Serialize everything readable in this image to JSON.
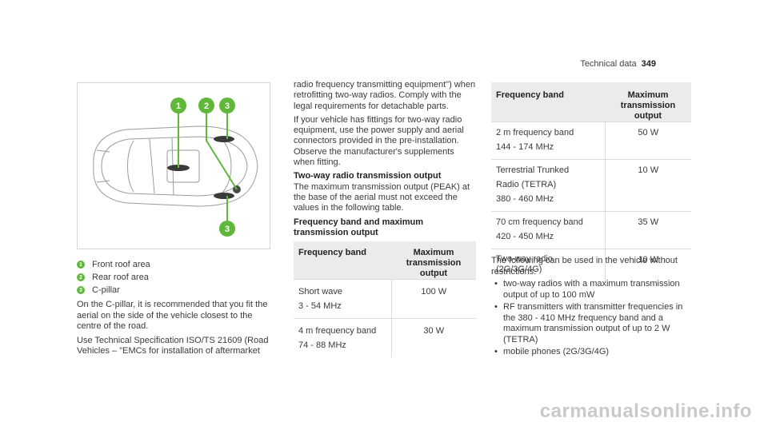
{
  "header": {
    "section": "Technical data",
    "page": "349"
  },
  "figure": {
    "markers": [
      "1",
      "2",
      "3",
      "3"
    ]
  },
  "legend": [
    {
      "num": "1",
      "text": "Front roof area"
    },
    {
      "num": "2",
      "text": "Rear roof area"
    },
    {
      "num": "3",
      "text": "C-pillar"
    }
  ],
  "intro": {
    "p1": "On the C-pillar, it is recommended that you fit the aerial on the side of the vehicle closest to the centre of the road.",
    "p2": "Use Technical Specification ISO/TS 21609 (Road Vehicles – \"EMCs for installation of aftermarket"
  },
  "middle": {
    "p1": "radio frequency transmitting equipment\") when retrofitting two-way radios. Comply with the legal requirements for detachable parts.",
    "p2": "If your vehicle has fittings for two-way radio equipment, use the power supply and aerial connectors provided in the pre-installation. Observe the manufacturer's supplements when fitting.",
    "head1": "Two-way radio transmission output",
    "p3": "The maximum transmission output (PEAK) at the base of the aerial must not exceed the values in the following table.",
    "head2": "Frequency band and maximum transmission output"
  },
  "table1": {
    "headers": [
      "Frequency band",
      "Maximum transmission output"
    ],
    "rows": [
      {
        "band": [
          "Short wave",
          "3 - 54 MHz"
        ],
        "output": "100 W"
      },
      {
        "band": [
          "4 m frequency band",
          "74 - 88 MHz"
        ],
        "output": "30 W"
      }
    ]
  },
  "table2": {
    "headers": [
      "Frequency band",
      "Maximum transmission output"
    ],
    "rows": [
      {
        "band": [
          "2 m frequency band",
          "144 - 174 MHz"
        ],
        "output": "50 W"
      },
      {
        "band": [
          "Terrestrial Trunked",
          "Radio (TETRA)",
          "380 - 460 MHz"
        ],
        "output": "10 W"
      },
      {
        "band": [
          "70 cm frequency band",
          "420 - 450 MHz"
        ],
        "output": "35 W"
      },
      {
        "band": [
          "Two-way radio",
          "(2G/3G/4G)"
        ],
        "output": "10 W"
      }
    ]
  },
  "right": {
    "intro": "The following can be used in the vehicle without restrictions:",
    "bullets": [
      "two-way radios with a maximum transmission output of up to 100 mW",
      "RF transmitters with transmitter frequencies in the 380 - 410 MHz frequency band and a maximum transmission output of up to 2 W (TETRA)",
      "mobile phones (2G/3G/4G)"
    ]
  },
  "watermark": "carmanualsonline.info",
  "colors": {
    "marker": "#5fb83a",
    "table_header": "#ebebeb"
  }
}
